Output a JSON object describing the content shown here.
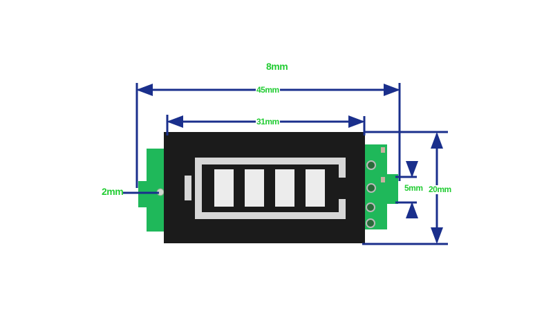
{
  "labels": {
    "top": "8mm",
    "total_width": "45mm",
    "panel_width": "31mm",
    "hole": "2mm",
    "pin": "5mm",
    "height": "20mm"
  },
  "colors": {
    "dimension_line": "#1a2f8c",
    "label": "#22cc33",
    "pcb": "#1fb85a",
    "panel": "#1b1b1b",
    "segment": "#ececec"
  },
  "battery": {
    "segments_lit": 4,
    "segments_total": 4
  }
}
